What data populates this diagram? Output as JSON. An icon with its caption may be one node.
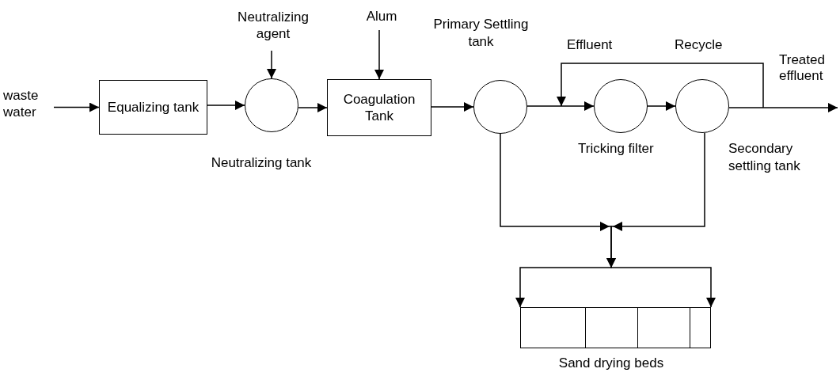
{
  "diagram": {
    "nodes": [
      {
        "text": [
          "waste water"
        ]
      },
      {
        "text": [
          "Equalizing tank"
        ]
      },
      {
        "text": [
          "Neutralizing agent"
        ]
      },
      {
        "text": [],
        "shape": "circle",
        "beside": [
          "Neutralizing tank"
        ]
      },
      {
        "text": [
          "Alum"
        ]
      },
      {
        "text": [
          "Coagulation Tank"
        ]
      },
      {
        "text": [],
        "shape": "circle",
        "beside": [
          "Primary Settling tank"
        ]
      },
      {
        "text": [],
        "shape": "circle",
        "beside": [
          "Tricking filter"
        ]
      },
      {
        "text": [],
        "shape": "circle",
        "beside": [
          "Secondary settling tank"
        ]
      },
      {
        "text": [],
        "shape": "box",
        "beside": [
          "Sand drying beds"
        ]
      }
    ],
    "edges": [
      {
        "from": 0,
        "to": 1,
        "arrow": "to"
      },
      {
        "from": 2,
        "to": 3,
        "arrow": "to"
      },
      {
        "from": 1,
        "to": 3,
        "arrow": "to"
      },
      {
        "from": 3,
        "to": 5,
        "arrow": "to"
      },
      {
        "from": 4,
        "to": 5,
        "arrow": "to"
      },
      {
        "from": 5,
        "to": 6,
        "arrow": "to"
      },
      {
        "from": 6,
        "to": 7,
        "arrow": "to"
      },
      {
        "from": 7,
        "to": 8,
        "arrow": "to"
      },
      {
        "from": 8,
        "to": null,
        "arrow": "to"
      },
      {
        "from": 8,
        "to": 7,
        "arrow": "to"
      },
      {
        "from": 6,
        "to": 9,
        "arrow": "to"
      },
      {
        "from": 8,
        "to": 9,
        "arrow": "to"
      }
    ],
    "labels": [
      "Effluent",
      "Recycle",
      "Treated effluent"
    ]
  }
}
